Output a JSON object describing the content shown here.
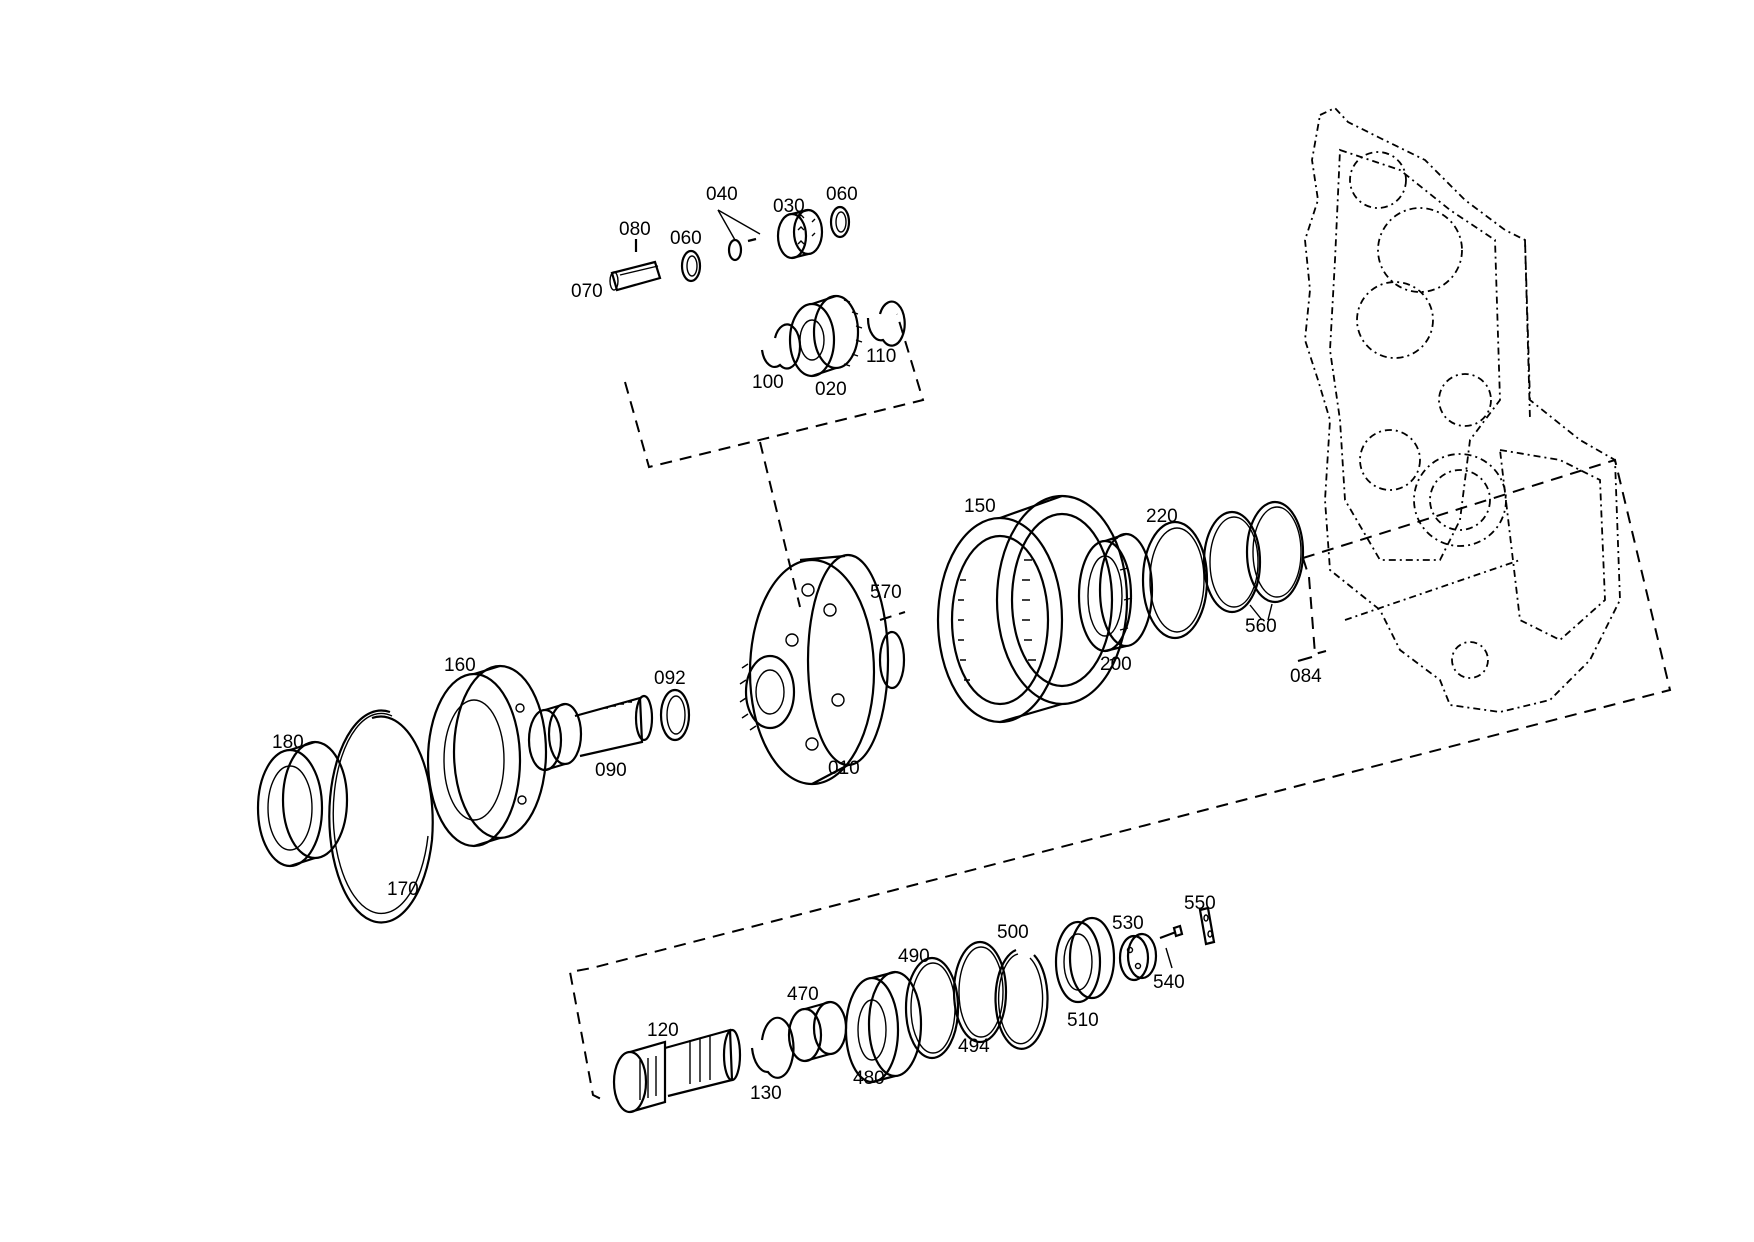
{
  "labels": {
    "p010": "010",
    "p020": "020",
    "p030": "030",
    "p040": "040",
    "p060a": "060",
    "p060b": "060",
    "p070": "070",
    "p080": "080",
    "p084": "084",
    "p090": "090",
    "p092": "092",
    "p100": "100",
    "p110": "110",
    "p120": "120",
    "p130": "130",
    "p150": "150",
    "p160": "160",
    "p170": "170",
    "p180": "180",
    "p200": "200",
    "p220": "220",
    "p470": "470",
    "p480": "480",
    "p490": "490",
    "p494": "494",
    "p500": "500",
    "p510": "510",
    "p530": "530",
    "p540": "540",
    "p550": "550",
    "p560": "560",
    "p570": "570"
  },
  "colors": {
    "ink": "#000000",
    "background": "#ffffff"
  }
}
